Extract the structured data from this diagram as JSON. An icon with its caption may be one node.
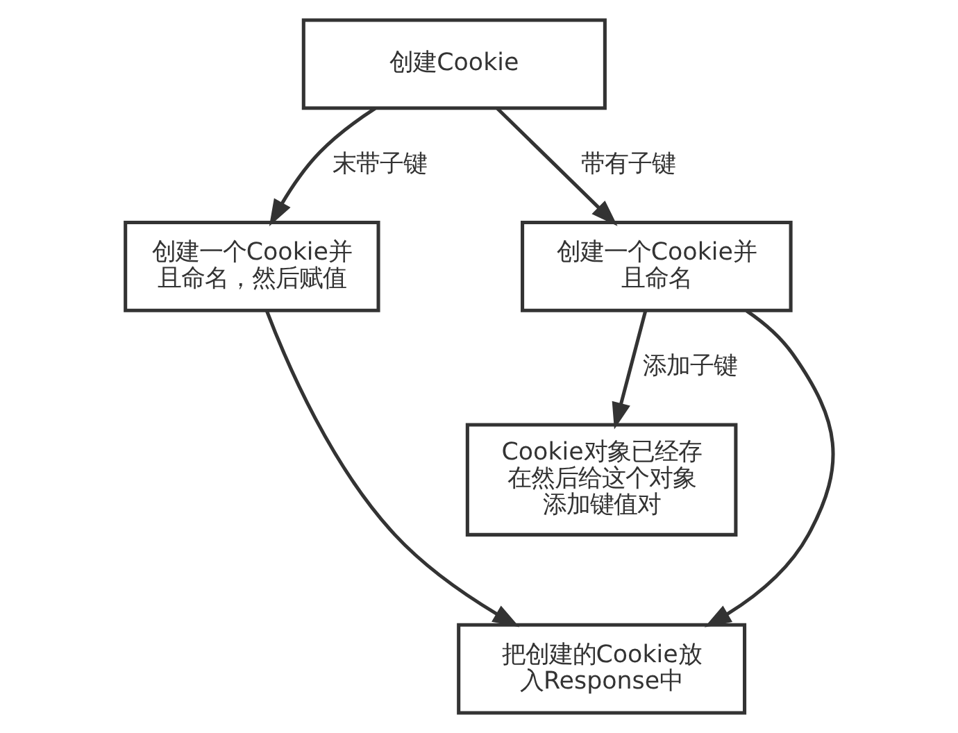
{
  "diagram": {
    "nodes": [
      {
        "text": [
          "创建Cookie"
        ]
      },
      {
        "text": [
          "创建一个Cookie并且命名，然后赋值"
        ]
      },
      {
        "text": [
          "创建一个Cookie并且命名"
        ]
      },
      {
        "text": [
          "Cookie对象已经存在然后给这个对象添加键值对"
        ]
      },
      {
        "text": [
          "把创建的Cookie放入Response中"
        ]
      }
    ],
    "edges": [
      {
        "from": 0,
        "to": 1,
        "arrow": "to",
        "label": "末带子键"
      },
      {
        "from": 0,
        "to": 2,
        "arrow": "to",
        "label": "带有子键"
      },
      {
        "from": 2,
        "to": 3,
        "arrow": "to",
        "label": "添加子键"
      },
      {
        "from": 1,
        "to": 4,
        "arrow": "to"
      },
      {
        "from": 2,
        "to": 4,
        "arrow": "to"
      }
    ]
  }
}
